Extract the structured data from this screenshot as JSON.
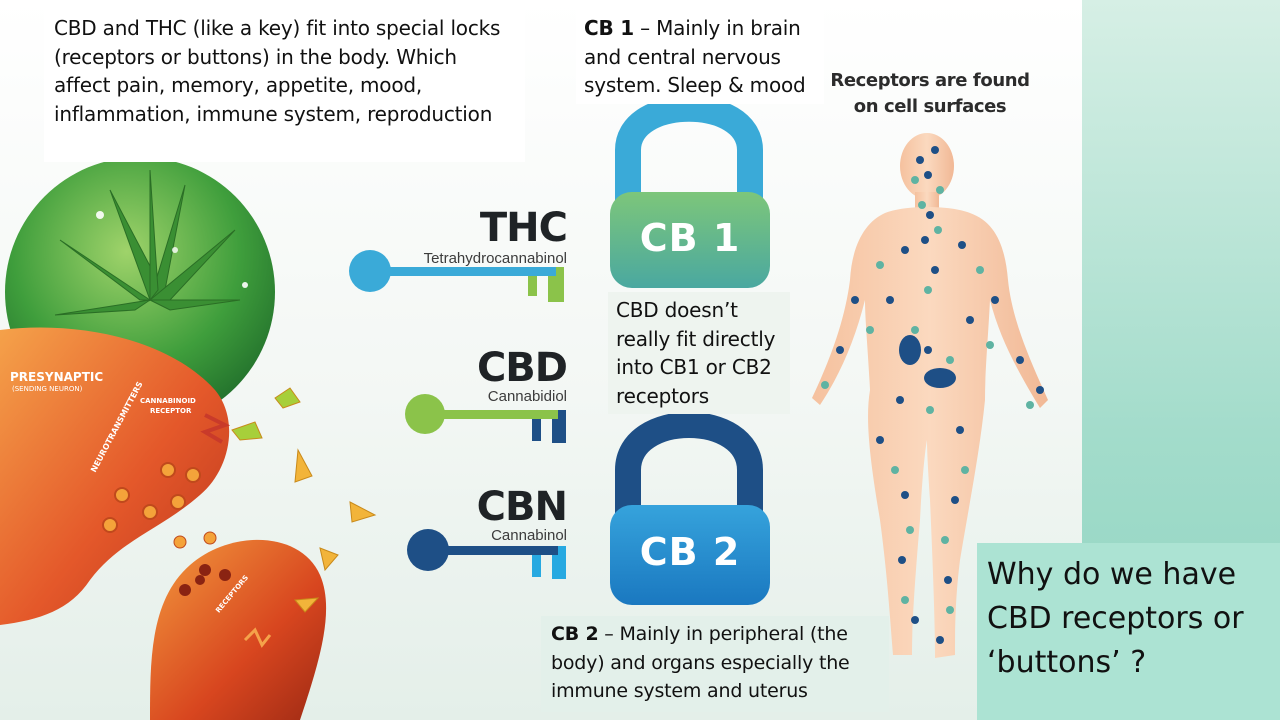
{
  "intro_box": {
    "lines": [
      "CBD and THC  (like a key) fit into special locks",
      "(receptors or buttons) in the body. Which",
      "affect pain, memory, appetite, mood,",
      "inflammation, immune system, reproduction"
    ]
  },
  "cb1_box": {
    "label": "CB 1",
    "line1_rest": " – Mainly in brain",
    "line2": "and central nervous",
    "line3": "system. Sleep & mood"
  },
  "cbd_box": {
    "lines": [
      "CBD doesn’t",
      "really fit directly",
      "into CB1 or CB2",
      "receptors"
    ]
  },
  "cb2_box": {
    "label": "CB 2",
    "line1_rest": " – Mainly in peripheral (the",
    "line2": "body) and organs  especially the",
    "line3": "immune system and uterus"
  },
  "question_box": {
    "lines": [
      "Why do we have",
      "CBD receptors or",
      "‘buttons’ ?"
    ]
  },
  "receptors_caption": {
    "line1": "Receptors are found",
    "line2": "on cell surfaces"
  },
  "keys": [
    {
      "abbr": "THC",
      "full": "Tetrahydrocannabinol",
      "color": "#3aaad8",
      "end_color": "#8bc34a"
    },
    {
      "abbr": "CBD",
      "full": "Cannabidiol",
      "color": "#8bc34a",
      "end_color": "#1e4f86"
    },
    {
      "abbr": "CBN",
      "full": "Cannabinol",
      "color": "#1e4f86",
      "end_color": "#27a9e1"
    }
  ],
  "locks": [
    {
      "label": "CB 1",
      "body_color": "#5cb86a",
      "shackle_color": "#3aaad8"
    },
    {
      "label": "CB 2",
      "body_color": "#1f8fd1",
      "shackle_color": "#1e4f86"
    }
  ],
  "neuron_labels": {
    "presynaptic": "PRESYNAPTIC",
    "sending": "(SENDING NEURON)",
    "cannabinoid": "CANNABINOID",
    "receptor": "RECEPTOR",
    "neurotransmitters": "NEUROTRANSMITTERS",
    "receptors": "RECEPTORS"
  },
  "colors": {
    "teal": "#a3dccb",
    "skin": "#f7c6a3",
    "neuron_orange": "#e8622a",
    "leaf_green": "#4aa63c"
  }
}
